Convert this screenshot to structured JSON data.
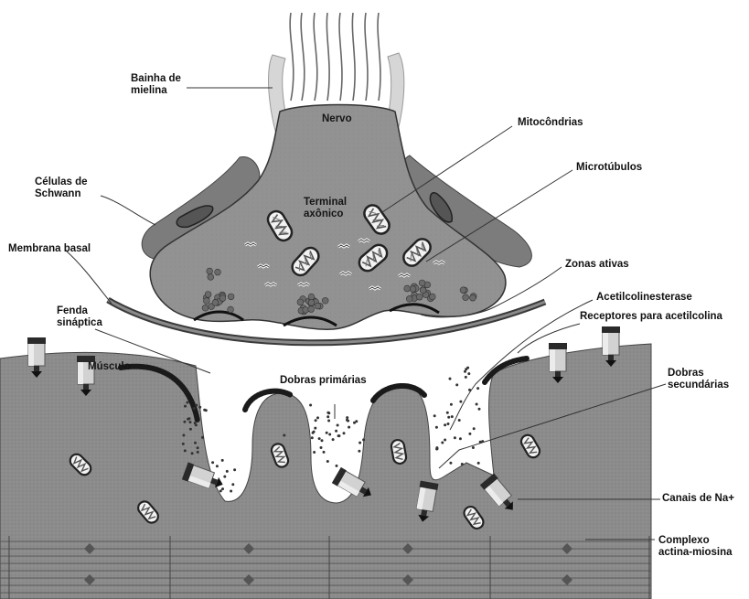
{
  "labels": {
    "bainha": "Bainha de\nmielina",
    "nervo": "Nervo",
    "mitocondrias": "Mitocôndrias",
    "microtubulos": "Microtúbulos",
    "schwann": "Células de\nSchwann",
    "terminal": "Terminal\naxônico",
    "membrana_basal": "Membrana basal",
    "zonas_ativas": "Zonas ativas",
    "acetilcolinesterase": "Acetilcolinesterase",
    "fenda": "Fenda\nsináptica",
    "receptores": "Receptores para acetilcolina",
    "musculo": "Músculo",
    "dobras_primarias": "Dobras primárias",
    "dobras_secundarias": "Dobras\nsecundárias",
    "canais_na": "Canais de Na+",
    "complexo": "Complexo\nactina-miosina"
  },
  "colors": {
    "terminal_fill": "#8f8f8f",
    "muscle_fill": "#8c8c8c",
    "schwann_fill": "#7c7c7c",
    "myelin_fill": "#d6d6d6",
    "basal_membrane": "#6a6a6a",
    "line": "#333333",
    "vesicle": "#6a6a6a",
    "receptor_dark": "#222222"
  }
}
